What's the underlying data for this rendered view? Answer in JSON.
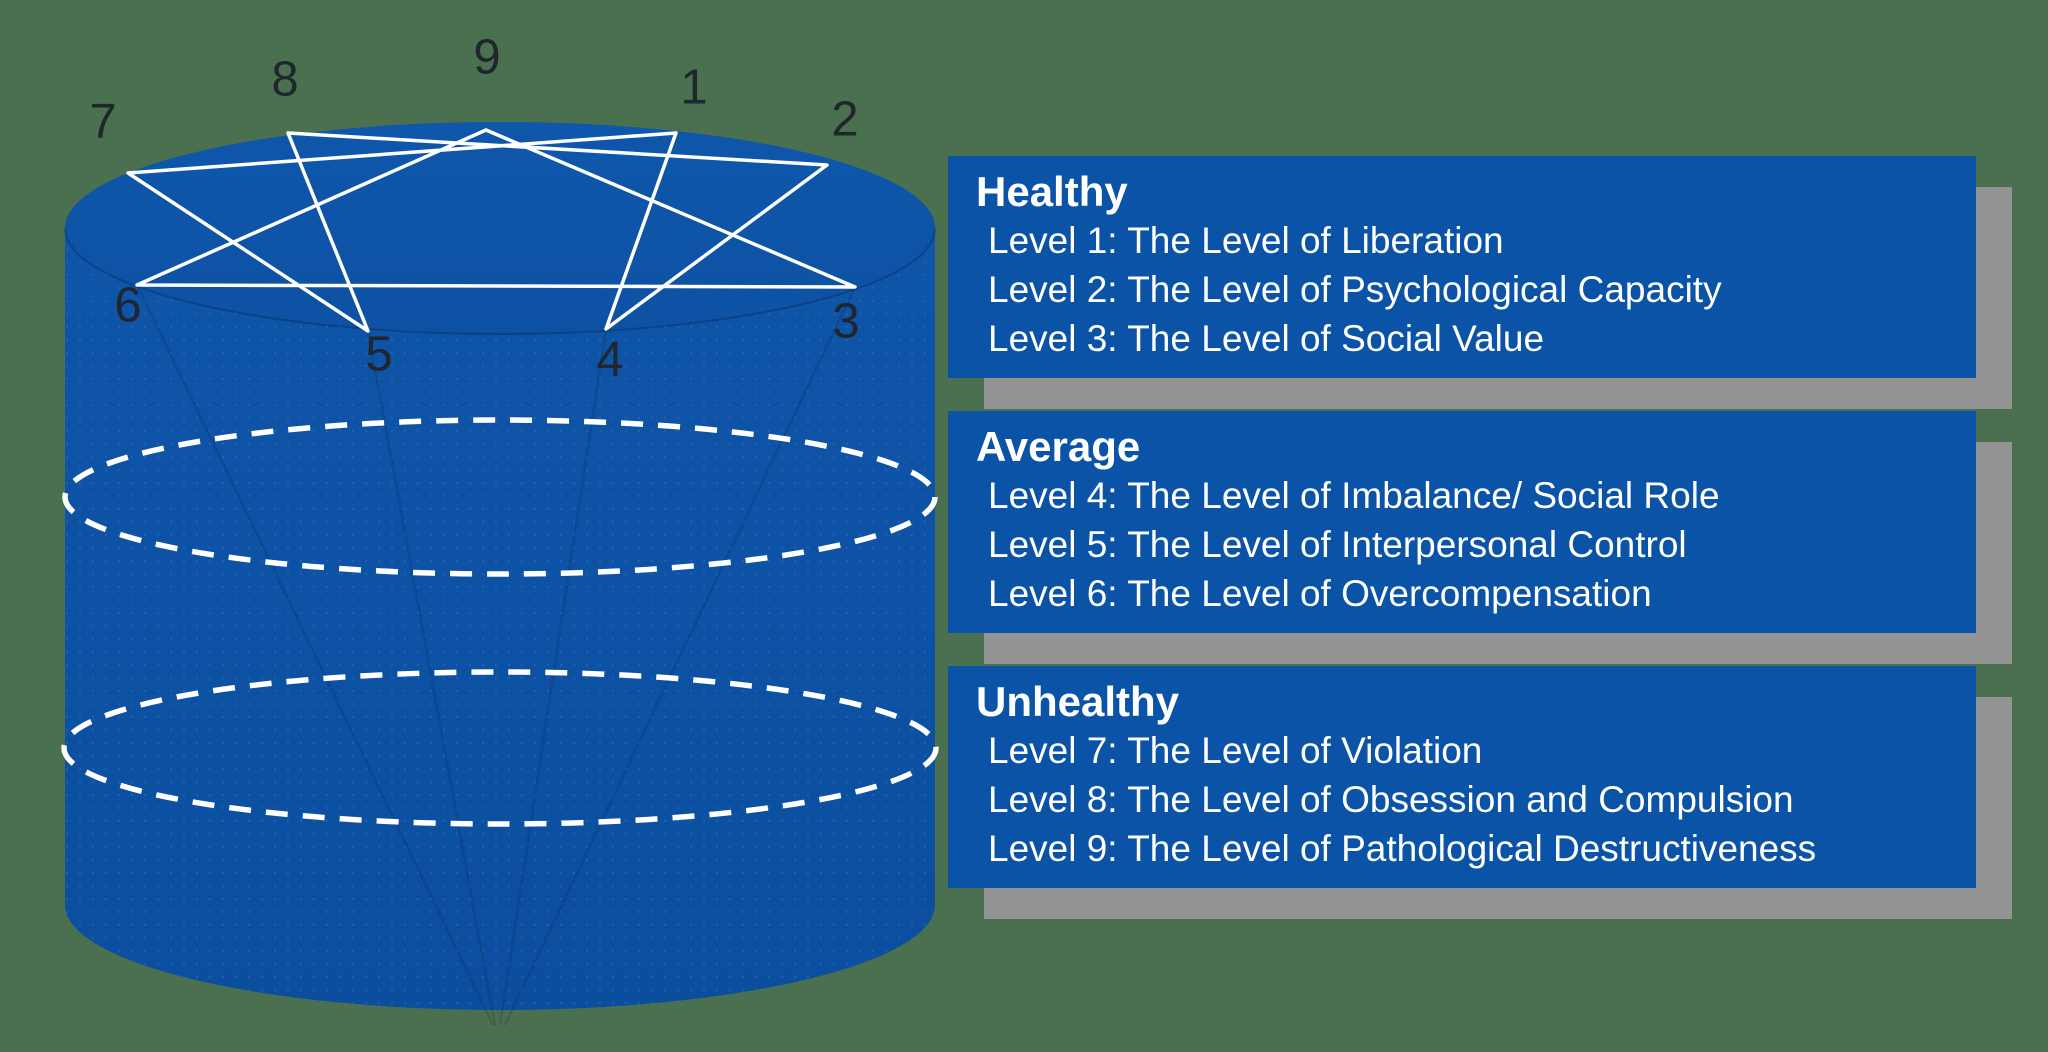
{
  "background_color": "#4a7050",
  "diagram": {
    "numbers": [
      "1",
      "2",
      "3",
      "4",
      "5",
      "6",
      "7",
      "8",
      "9"
    ],
    "colors": {
      "cylinder_blue": "#0d53a6",
      "figure_line_white": "#ffffff",
      "number_text": "#20262e"
    }
  },
  "panels": [
    {
      "title": "Healthy",
      "items": [
        "Level 1: The Level of Liberation",
        "Level 2: The Level of Psychological Capacity",
        "Level 3: The Level of Social Value"
      ]
    },
    {
      "title": "Average",
      "items": [
        "Level 4: The Level of Imbalance/ Social Role",
        "Level 5: The Level of Interpersonal Control",
        "Level 6: The Level of Overcompensation"
      ]
    },
    {
      "title": "Unhealthy",
      "items": [
        "Level 7: The Level of Violation",
        "Level 8: The Level of Obsession and Compulsion",
        "Level 9: The Level of Pathological Destructiveness"
      ]
    }
  ],
  "panel_style": {
    "background": "#0a53a7",
    "shadow": "#949494",
    "text_color": "#ffffff"
  }
}
